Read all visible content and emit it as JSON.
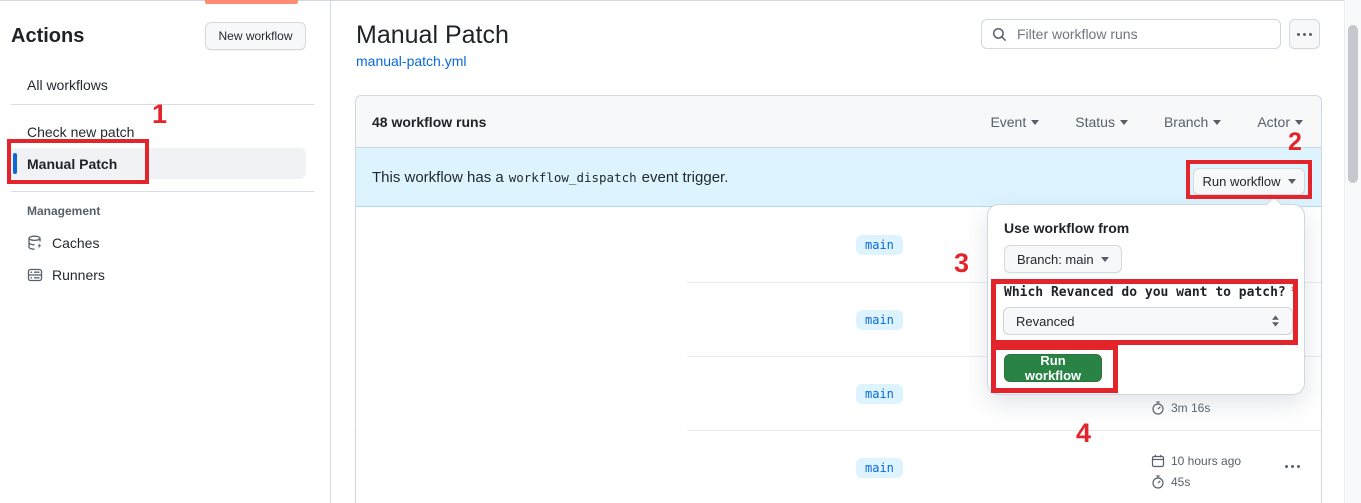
{
  "colors": {
    "annotation_red": "#e3242a",
    "tab_accent_orange": "#fd8c73",
    "banner_blue": "#ddf4ff",
    "link_blue": "#0969da",
    "run_button_green": "#288344"
  },
  "annotations": {
    "steps": [
      "1",
      "2",
      "3",
      "4"
    ]
  },
  "sidebar": {
    "title": "Actions",
    "new_workflow_button": "New workflow",
    "items": [
      {
        "label": "All workflows"
      },
      {
        "label": "Check new patch"
      },
      {
        "label": "Manual Patch",
        "selected": true
      }
    ],
    "management": {
      "header": "Management",
      "items": [
        {
          "label": "Caches"
        },
        {
          "label": "Runners"
        }
      ]
    }
  },
  "main": {
    "title": "Manual Patch",
    "file_link": "manual-patch.yml",
    "search": {
      "placeholder": "Filter workflow runs"
    },
    "table": {
      "header": "48 workflow runs",
      "filters": [
        {
          "label": "Event"
        },
        {
          "label": "Status"
        },
        {
          "label": "Branch"
        },
        {
          "label": "Actor"
        }
      ],
      "banner": {
        "text_before": "This workflow has a",
        "code": "workflow_dispatch",
        "text_after": "event trigger.",
        "run_button": "Run workflow"
      },
      "rows": [
        {
          "branch": "main"
        },
        {
          "branch": "main"
        },
        {
          "branch": "main",
          "duration": "3m 16s"
        },
        {
          "branch": "main",
          "date": "10 hours ago",
          "duration": "45s"
        }
      ]
    },
    "dispatch_panel": {
      "title": "Use workflow from",
      "branch_button": "Branch: main",
      "input_label": "Which Revanced do you want to patch?",
      "required_mark": "*",
      "select_value": "Revanced",
      "run_button": "Run workflow"
    }
  }
}
